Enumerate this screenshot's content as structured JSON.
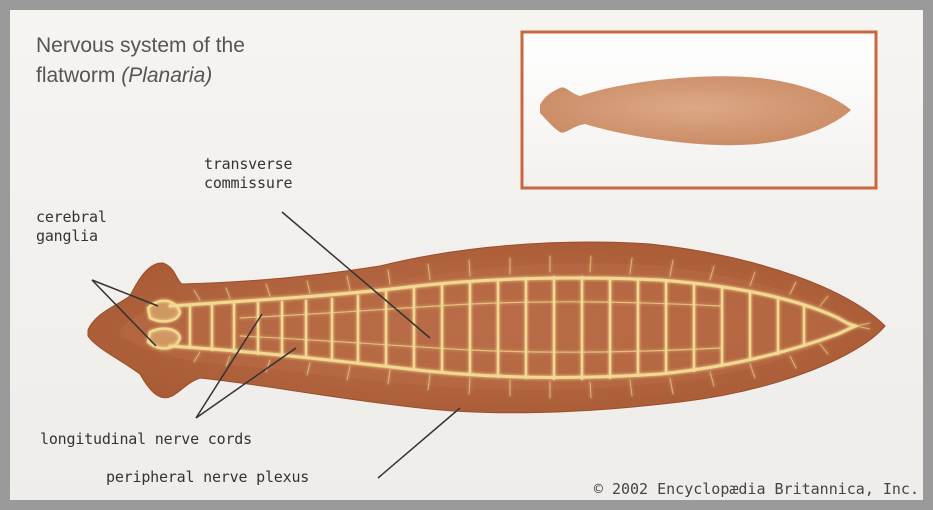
{
  "title": {
    "line1": "Nervous system of the",
    "line2_plain": "flatworm",
    "line2_italic": "(Planaria)"
  },
  "labels": {
    "transverse_line1": "transverse",
    "transverse_line2": "commissure",
    "cerebral_line1": "cerebral",
    "cerebral_line2": "ganglia",
    "longitudinal": "longitudinal nerve cords",
    "peripheral": "peripheral nerve plexus"
  },
  "copyright": "© 2002 Encyclopædia Britannica, Inc.",
  "colors": {
    "body_fill": "#b5653e",
    "body_inner": "#b86b46",
    "nerve": "#f2d890",
    "inset_border": "#c9683e",
    "inset_fill": "#d49a78"
  }
}
